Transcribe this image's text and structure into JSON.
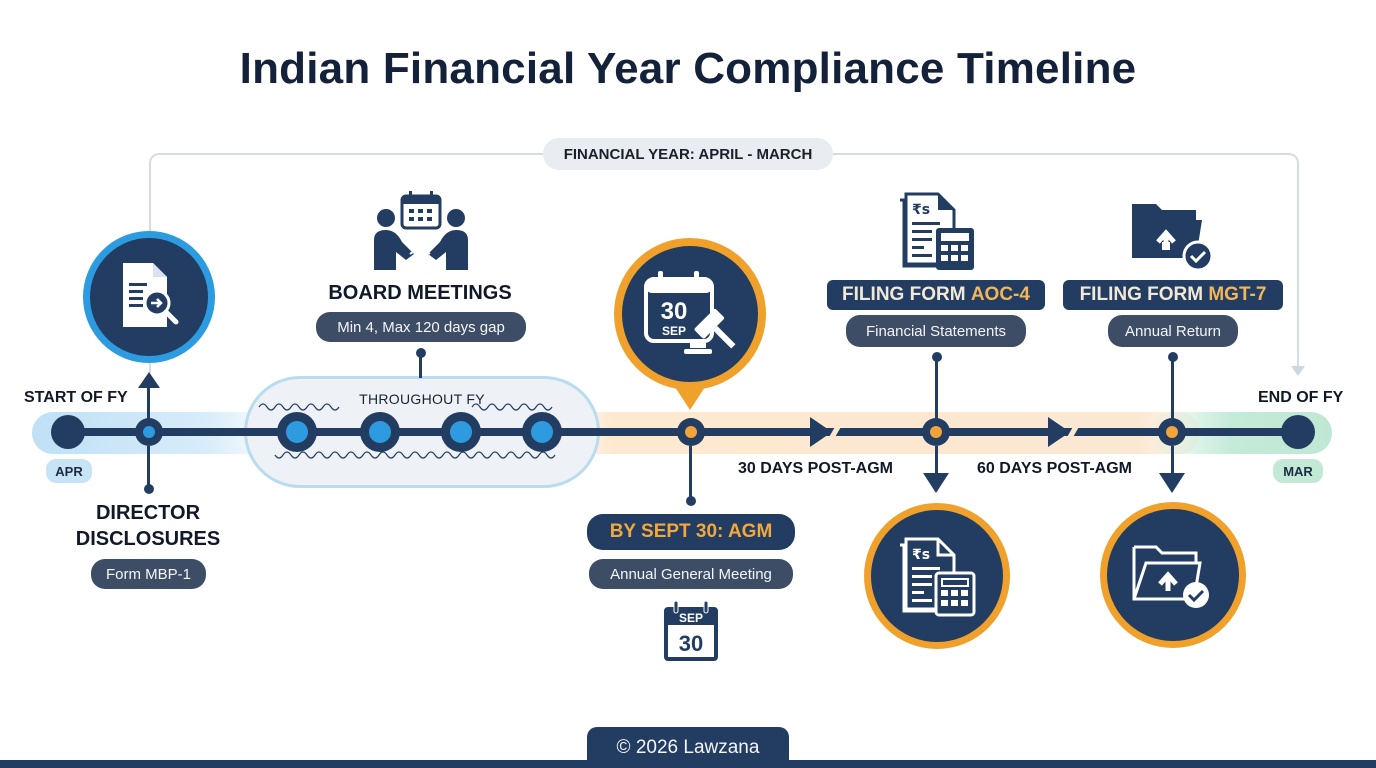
{
  "title": "Indian Financial Year Compliance Timeline",
  "financial_year_label": "FINANCIAL YEAR: APRIL - MARCH",
  "timeline": {
    "start": {
      "label": "START OF FY",
      "month": "APR"
    },
    "end": {
      "label": "END OF FY",
      "month": "MAR"
    },
    "intervals": [
      {
        "label": "30 DAYS POST-AGM"
      },
      {
        "label": "60 DAYS POST-AGM"
      }
    ]
  },
  "events": {
    "director_disclosures": {
      "title_line1": "DIRECTOR",
      "title_line2": "DISCLOSURES",
      "subtitle": "Form MBP-1",
      "icon": "document-search-icon"
    },
    "board_meetings": {
      "title": "BOARD MEETINGS",
      "subtitle": "Min 4, Max 120 days gap",
      "period_label": "THROUGHOUT FY",
      "meeting_count": 4,
      "icon": "handshake-calendar-icon"
    },
    "agm": {
      "title": "BY SEPT 30: AGM",
      "subtitle": "Annual General Meeting",
      "pin_day": "30",
      "pin_month": "SEP",
      "calendar_month": "SEP",
      "calendar_day": "30",
      "icon": "calendar-gavel-icon"
    },
    "aoc4": {
      "title_prefix": "FILING FORM ",
      "title_highlight": "AOC-4",
      "subtitle": "Financial Statements",
      "currency_symbol": "₹s",
      "icon": "financial-statement-calculator-icon"
    },
    "mgt7": {
      "title_prefix": "FILING FORM ",
      "title_highlight": "MGT-7",
      "subtitle": "Annual Return",
      "icon": "folder-upload-check-icon"
    }
  },
  "footer": {
    "copyright": "© 2026 Lawzana"
  },
  "colors": {
    "navy": "#223c62",
    "blue_accent": "#2e9be0",
    "orange_accent": "#f0a12c",
    "green_band": "#c2e9d6",
    "blue_band": "#c7e3f6",
    "orange_band": "#fde9cf"
  }
}
